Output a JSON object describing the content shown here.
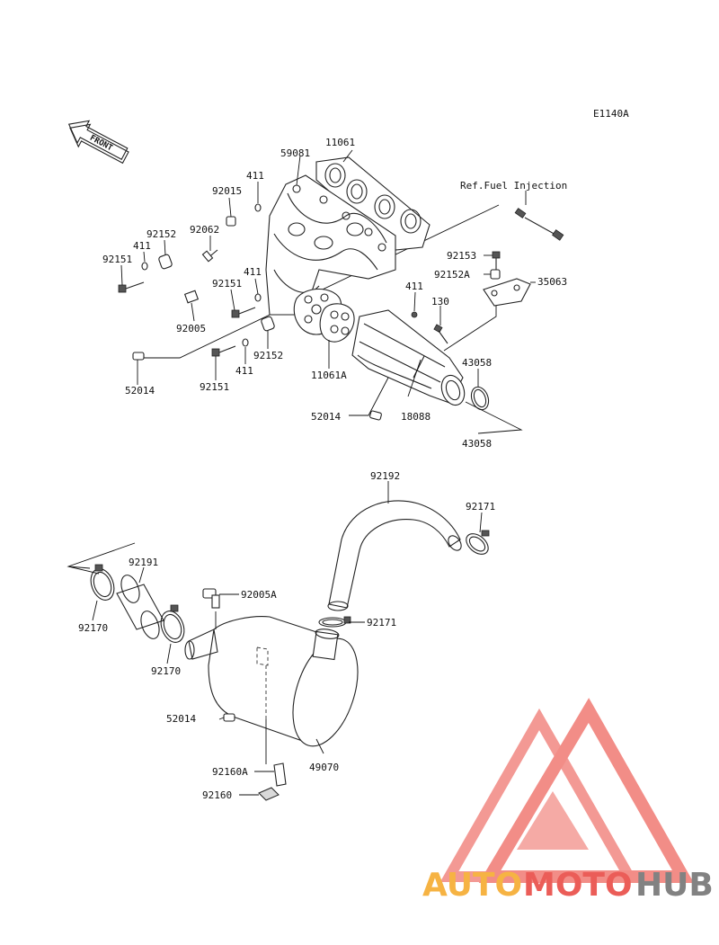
{
  "diagram": {
    "code": "E1140A",
    "reference_note": "Ref.Fuel Injection",
    "front_label": "FRONT",
    "labels": {
      "p11061": "11061",
      "p59081": "59081",
      "p411_a": "411",
      "p92015": "92015",
      "p92152_a": "92152",
      "p92062": "92062",
      "p411_b": "411",
      "p92151_a": "92151",
      "p411_c": "411",
      "p92151_b": "92151",
      "p92005": "92005",
      "p52014_a": "52014",
      "p92151_c": "92151",
      "p411_d": "411",
      "p92152_b": "92152",
      "p11061A": "11061A",
      "p92153": "92153",
      "p92152A": "92152A",
      "p35063": "35063",
      "p411_e": "411",
      "p130": "130",
      "p43058_a": "43058",
      "p43058_b": "43058",
      "p52014_b": "52014",
      "p18088": "18088",
      "p92192": "92192",
      "p92171_a": "92171",
      "p92191": "92191",
      "p92170_a": "92170",
      "p92005A": "92005A",
      "p92171_b": "92171",
      "p92170_b": "92170",
      "p52014_c": "52014",
      "p92160A": "92160A",
      "p49070": "49070",
      "p92160": "92160"
    }
  },
  "watermark": {
    "part1": "AUTO",
    "part2": "MOTO",
    "part3": "HUB",
    "color_orange": "#f5a623",
    "color_red": "#e8413c",
    "color_gray": "#6d6d6d",
    "color_triangle": "#f07a73"
  }
}
